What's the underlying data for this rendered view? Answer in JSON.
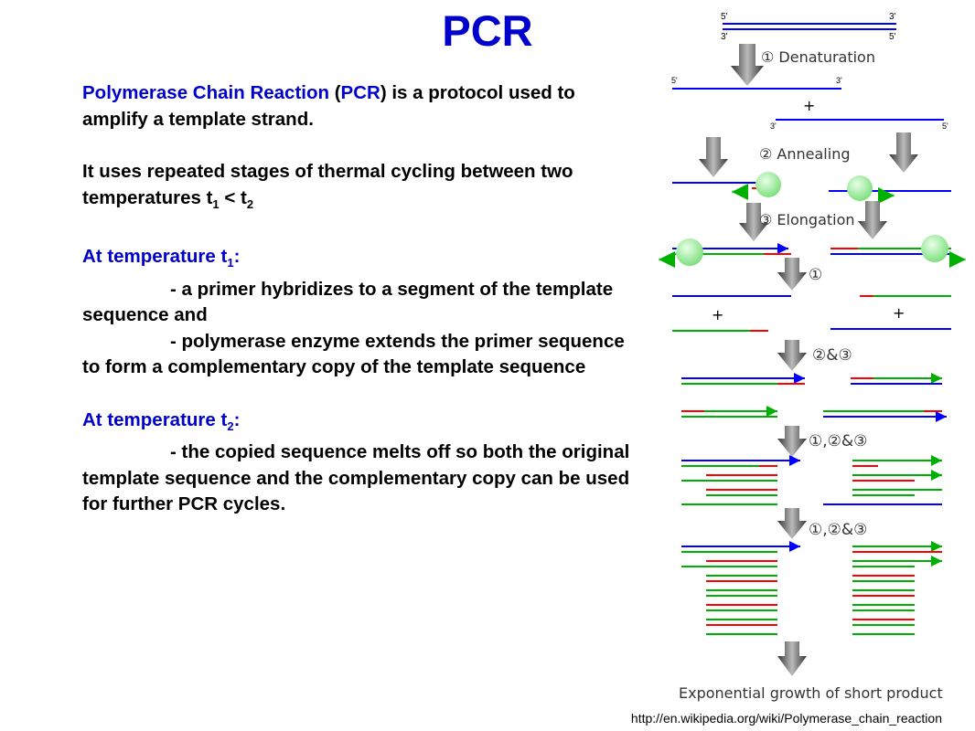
{
  "slide": {
    "title": "PCR",
    "intro_p1": "Polymerase Chain Reaction",
    "intro_p2": " (",
    "intro_p3": "PCR",
    "intro_p4": ") is a protocol used to amplify a template strand.",
    "cycling": "It uses repeated stages of thermal cycling between two temperatures t",
    "t1_sub": "1",
    "lt": " < t",
    "t2_sub": "2",
    "at_t1_pre": "At temperature t",
    "at_t1_post": ":",
    "step1": "- a primer hybridizes to a segment of the template sequence and",
    "step2": "- polymerase enzyme extends the primer sequence to form a complementary copy of the template sequence",
    "at_t2_pre": "At temperature t",
    "at_t2_post": ":",
    "step3": "- the copied sequence melts off so both the original template sequence and the complementary copy can be used for further PCR cycles.",
    "source_url": "http://en.wikipedia.org/wiki/Polymerase_chain_reaction"
  },
  "diagram": {
    "five_prime": "5'",
    "three_prime": "3'",
    "plus": "+",
    "denaturation": "① Denaturation",
    "annealing": "② Annealing",
    "elongation": "③ Elongation",
    "step_1": "①",
    "step_2_3": "②&③",
    "step_1_2_3": "①,②&③",
    "footer": "Exponential growth of short product"
  },
  "colors": {
    "title": "#0000cc",
    "template": "#0000ff",
    "copy": "#00b000",
    "primer": "#ff0000",
    "enzyme": "#88ee88"
  }
}
